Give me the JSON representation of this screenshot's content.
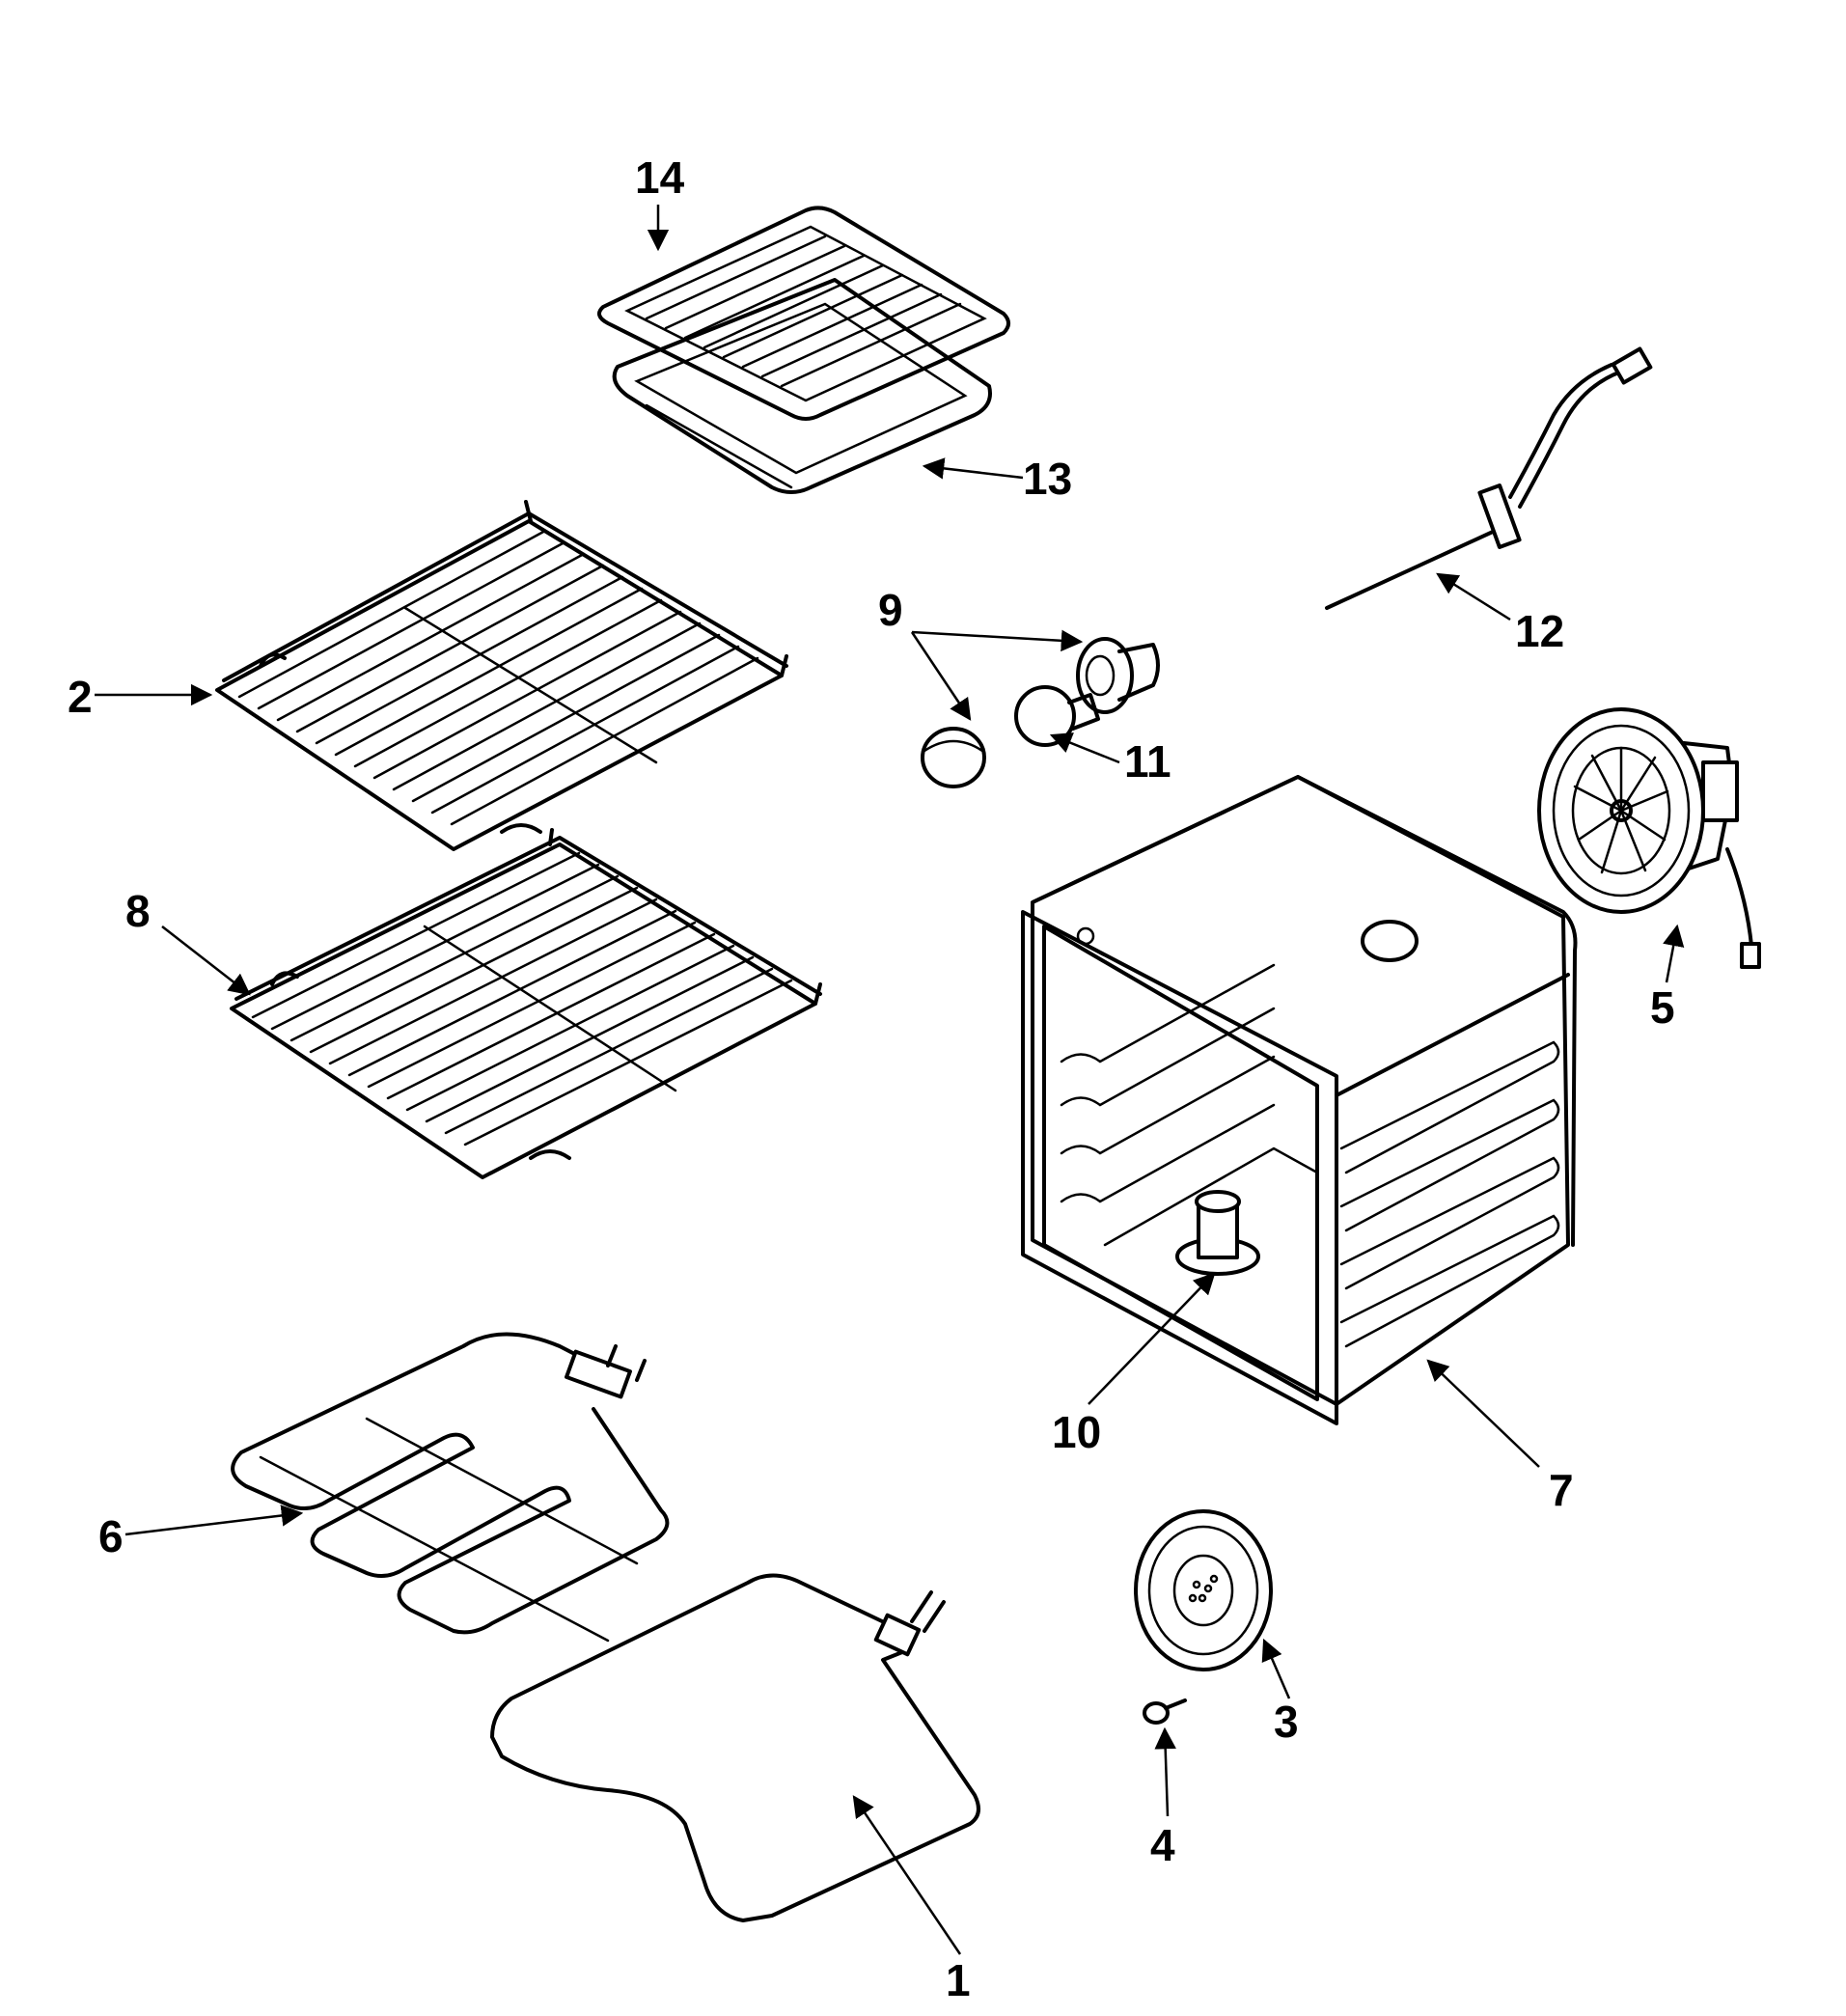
{
  "callouts": {
    "c1": "1",
    "c2": "2",
    "c3": "3",
    "c4": "4",
    "c5": "5",
    "c6": "6",
    "c7": "7",
    "c8": "8",
    "c9": "9",
    "c10": "10",
    "c11": "11",
    "c12": "12",
    "c13": "13",
    "c14": "14"
  },
  "parts": [
    {
      "number": "1",
      "name": "bake-element"
    },
    {
      "number": "2",
      "name": "oven-rack"
    },
    {
      "number": "3",
      "name": "cover"
    },
    {
      "number": "4",
      "name": "screw"
    },
    {
      "number": "5",
      "name": "convection-fan-motor"
    },
    {
      "number": "6",
      "name": "broil-element"
    },
    {
      "number": "7",
      "name": "oven-cavity"
    },
    {
      "number": "8",
      "name": "oven-rack"
    },
    {
      "number": "9",
      "name": "light-assembly"
    },
    {
      "number": "10",
      "name": "fan-post"
    },
    {
      "number": "11",
      "name": "light-bulb"
    },
    {
      "number": "12",
      "name": "temperature-sensor"
    },
    {
      "number": "13",
      "name": "broiler-pan"
    },
    {
      "number": "14",
      "name": "broiler-pan-insert"
    }
  ]
}
